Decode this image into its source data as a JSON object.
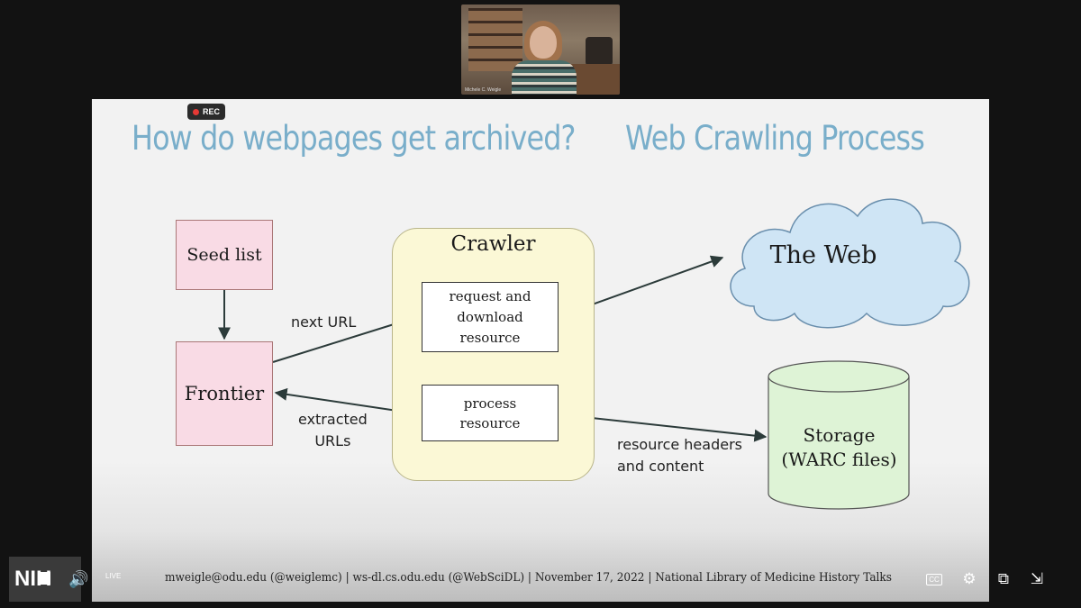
{
  "video_tile": {
    "caption": "Michele C. Weigle"
  },
  "slide": {
    "rec_label": "REC",
    "title_left": "How do webpages get archived?",
    "title_right": "Web Crawling Process",
    "diagram": {
      "seed_list": "Seed list",
      "frontier": "Frontier",
      "crawler": "Crawler",
      "request_box": [
        "request and",
        "download",
        "resource"
      ],
      "process_box": [
        "process",
        "resource"
      ],
      "web": "The Web",
      "storage": [
        "Storage",
        "(WARC files)"
      ],
      "label_next_url": "next URL",
      "label_extracted": [
        "extracted",
        "URLs"
      ],
      "label_headers": [
        "resource headers",
        "and content"
      ]
    }
  },
  "footer": {
    "text": "mweigle@odu.edu (@weiglemc) | ws-dl.cs.odu.edu (@WebSciDL) | November 17, 2022 | National Library of Medicine History Talks"
  },
  "controls": {
    "logo": "NIH",
    "live_label": "LIVE",
    "cc_label": "CC",
    "icons": [
      "stop-icon",
      "volume-icon",
      "closed-captions-icon",
      "gear-icon",
      "picture-in-picture-icon",
      "exit-fullscreen-icon"
    ]
  }
}
